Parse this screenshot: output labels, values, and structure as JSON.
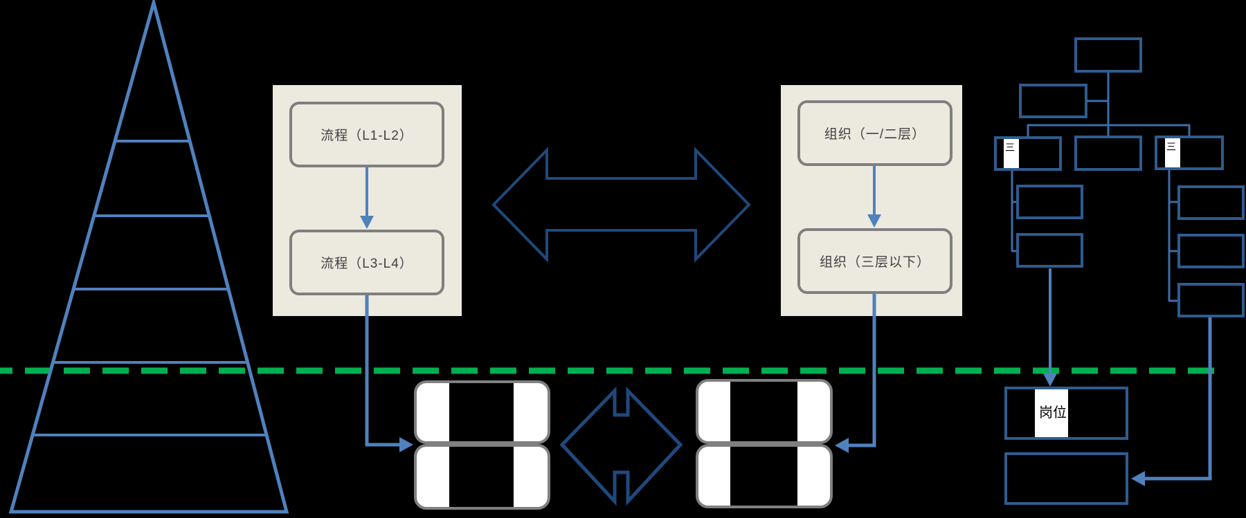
{
  "colors": {
    "background": "#000000",
    "accent-blue": "#4F81BD",
    "navy": "#1F497D",
    "org-border": "#2E5C8F",
    "org-line": "#3E6DA8",
    "panel-beige": "#ECE9DF",
    "box-border-gray": "#7F7F7F",
    "pair-border-gray": "#808080",
    "green-dashed": "#00B050",
    "text-dark": "#3F3F3F",
    "white": "#FFFFFF"
  },
  "pyramid": {
    "levels": 6
  },
  "panels": {
    "process": {
      "boxes": [
        {
          "label": "流程（L1-L2）"
        },
        {
          "label": "流程（L3-L4）"
        }
      ]
    },
    "org": {
      "boxes": [
        {
          "label": "组织（一/二层）"
        },
        {
          "label": "组织（三层以下）"
        }
      ]
    }
  },
  "org_chart": {
    "level3_left_stripe": "三",
    "level3_right_stripe": "三",
    "post_label": "岗位"
  }
}
